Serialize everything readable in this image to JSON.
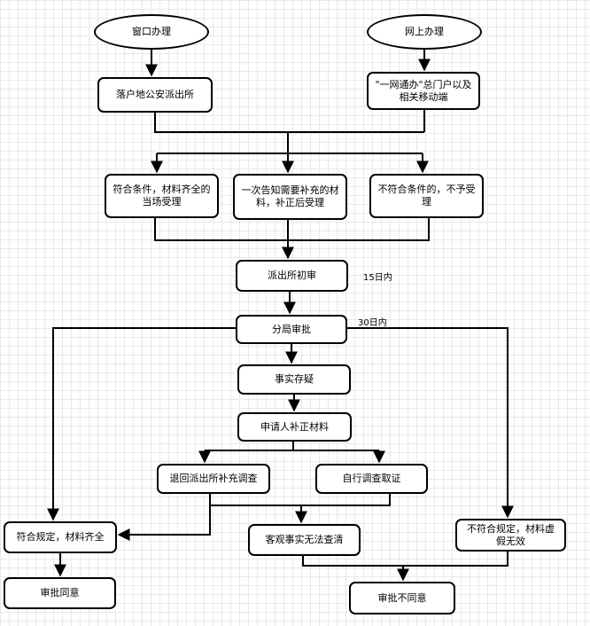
{
  "nodes": {
    "window_service": "窗口办理",
    "online_service": "网上办理",
    "police_station": "落户地公安派出所",
    "online_portal": "\"一网通办\"总门户以及相关移动端",
    "accept_onsite": "符合条件，材料齐全的当场受理",
    "notify_supplement": "一次告知需要补充的材料，补正后受理",
    "reject": "不符合条件的，不予受理",
    "initial_review": "派出所初审",
    "branch_approval": "分局审批",
    "fact_doubt": "事实存疑",
    "applicant_supplement": "申请人补正材料",
    "return_station": "退回派出所补充调查",
    "self_investigate": "自行调查取证",
    "compliant": "符合规定，材料齐全",
    "unverifiable": "客观事实无法查清",
    "noncompliant": "不符合规定，材料虚假无效",
    "approve": "审批同意",
    "deny": "审批不同意"
  },
  "notes": {
    "initial_deadline": "15日内",
    "approval_deadline": "30日内"
  }
}
